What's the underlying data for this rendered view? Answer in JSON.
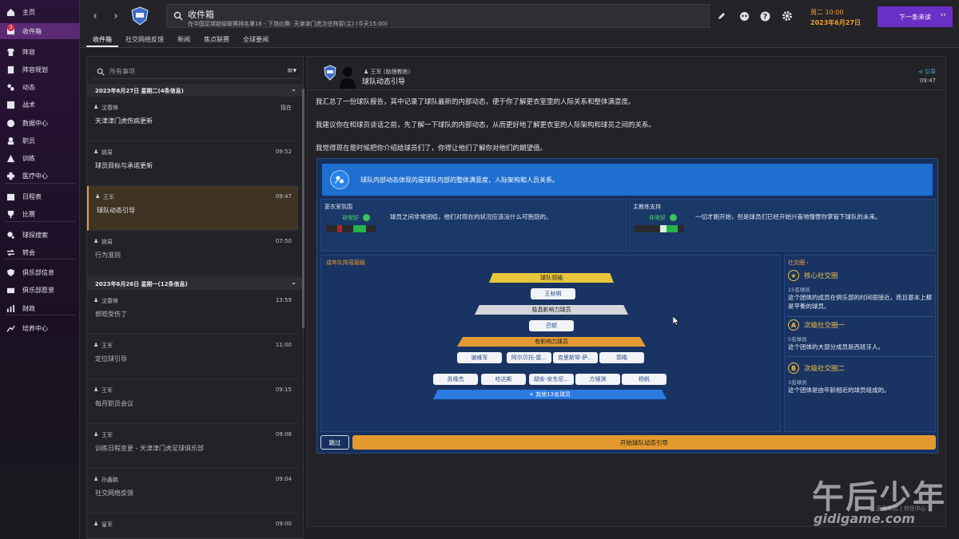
{
  "sidebar": {
    "items": [
      {
        "label": "主页",
        "icon": "home-icon"
      },
      {
        "label": "收件箱",
        "icon": "inbox-icon",
        "badge": "3"
      },
      {
        "label": "阵容",
        "icon": "shirt-icon"
      },
      {
        "label": "阵容规划",
        "icon": "clipboard-icon"
      },
      {
        "label": "动态",
        "icon": "dynamics-icon"
      },
      {
        "label": "战术",
        "icon": "tactics-icon"
      },
      {
        "label": "数据中心",
        "icon": "data-hub-icon"
      },
      {
        "label": "职员",
        "icon": "staff-icon"
      },
      {
        "label": "训练",
        "icon": "training-icon"
      },
      {
        "label": "医疗中心",
        "icon": "medical-icon"
      },
      {
        "label": "日程表",
        "icon": "calendar-icon"
      },
      {
        "label": "比赛",
        "icon": "trophy-icon"
      },
      {
        "label": "球探搜索",
        "icon": "scouting-icon"
      },
      {
        "label": "转会",
        "icon": "transfer-icon"
      },
      {
        "label": "俱乐部信息",
        "icon": "shield-icon"
      },
      {
        "label": "俱乐部愿景",
        "icon": "vision-icon"
      },
      {
        "label": "财政",
        "icon": "finance-icon"
      },
      {
        "label": "培养中心",
        "icon": "development-icon"
      }
    ]
  },
  "topbar": {
    "title": "收件箱",
    "subtitle": "在中国足球超级联赛排名第16 - 下场比赛: 天津津门虎次往阵容(主) (今天15:00)",
    "day": "周二 10:00",
    "date": "2023年6月27日",
    "next_button": "下一条未读"
  },
  "tabs": [
    "收件箱",
    "社交网络反馈",
    "新闻",
    "焦点联赛",
    "全球要闻"
  ],
  "list": {
    "search_placeholder": "所有事项",
    "groups": [
      {
        "header": "2023年6月27日 星期二(4条信息)",
        "items": [
          {
            "from": "沈春锋",
            "time": "现在",
            "subject": "天津津门虎伤病更新",
            "read": false,
            "selected": false
          },
          {
            "from": "姚易",
            "time": "09:52",
            "subject": "球员目标与承诺更新",
            "read": false,
            "selected": false
          },
          {
            "from": "王军",
            "time": "09:47",
            "subject": "球队动态引导",
            "read": false,
            "selected": true
          },
          {
            "from": "姚易",
            "time": "07:50",
            "subject": "行为准则",
            "read": true,
            "selected": false
          }
        ]
      },
      {
        "header": "2023年6月26日 星期一(12条信息)",
        "items": [
          {
            "from": "沈春锋",
            "time": "13:59",
            "subject": "郭皓受伤了",
            "read": true,
            "selected": false
          },
          {
            "from": "王军",
            "time": "11:00",
            "subject": "定位球引导",
            "read": true,
            "selected": false
          },
          {
            "from": "王军",
            "time": "09:15",
            "subject": "每月职员会议",
            "read": true,
            "selected": false
          },
          {
            "from": "王军",
            "time": "09:08",
            "subject": "训练日程变更 - 天津津门虎足球俱乐部",
            "read": true,
            "selected": false
          },
          {
            "from": "孙鑫鹏",
            "time": "09:04",
            "subject": "社交网络反馈",
            "read": true,
            "selected": false
          },
          {
            "from": "皇军",
            "time": "09:00",
            "subject": "",
            "read": true,
            "selected": false
          }
        ]
      }
    ]
  },
  "message": {
    "sender": "王军 (助理教练)",
    "subject": "球队动态引导",
    "reply": "引导",
    "time": "09:47",
    "paragraphs": [
      "我汇总了一份球队报告，其中记录了球队最新的内部动态，便于你了解更衣室里的人际关系和整体满意度。",
      "我建议你在和球员谈话之前，先了解一下球队的内部动态，从而更好地了解更衣室的人际架构和球员之间的关系。",
      "我觉得现在是时候把你介绍给球员们了，你得让他们了解你对他们的期望值。"
    ]
  },
  "card": {
    "banner": "球队内部动态体现的是球队内部的整体满意度，人际架构和人员关系。",
    "atmosphere": {
      "label": "更衣室氛围",
      "rating": "非常好",
      "desc": "球员之间非常团结，他们对现在的状况应该没什么可抱怨的。"
    },
    "support": {
      "label": "主教练支持",
      "rating": "非常好",
      "desc": "一切才刚开始，但是球员们已经开始兴奋地憧憬你掌管下球队的未来。"
    },
    "hierarchy": {
      "title": "成年队阵容层级",
      "tiers": [
        {
          "label": "球队领袖",
          "players": [
            "王秋明"
          ]
        },
        {
          "label": "极具影响力球员",
          "players": [
            "巴顿"
          ]
        },
        {
          "label": "有影响力球员",
          "players": [
            "谢维军",
            "阿尔贝托-雷...",
            "克里斯琴-萨...",
            "郭皓"
          ]
        },
        {
          "label": "",
          "players": [
            "苏缘杰",
            "哈达斯",
            "胡安-安东尼...",
            "方镜淇",
            "杨帆"
          ]
        }
      ],
      "others": "+ 其他13名球员"
    },
    "social": {
      "title": "社交圈",
      "groups": [
        {
          "badge": "★",
          "name": "核心社交圈",
          "count": "15名球员",
          "desc": "这个团体的成员在俱乐部的时间很接近，而且基本上都是平衡的球员。"
        },
        {
          "badge": "A",
          "name": "次级社交圈一",
          "count": "5名球员",
          "desc": "这个团体的大部分成员是西班牙人。"
        },
        {
          "badge": "B",
          "name": "次级社交圈二",
          "count": "3名球员",
          "desc": "这个团体是由年龄相近的球员组成的。"
        }
      ]
    },
    "skip_button": "跳过",
    "start_button": "开始球队动态引导"
  },
  "watermark": {
    "big": "午后少年",
    "small": "gidigame.com",
    "faint": "正发布式 | 信任中心"
  },
  "colors": {
    "accent": "#6a2fc4",
    "banner": "#1f6fd0",
    "orange": "#e29a2f",
    "yellow_tier": "#e8c53a",
    "blue_tier": "#2a7ae0",
    "green": "#3bc45a"
  }
}
